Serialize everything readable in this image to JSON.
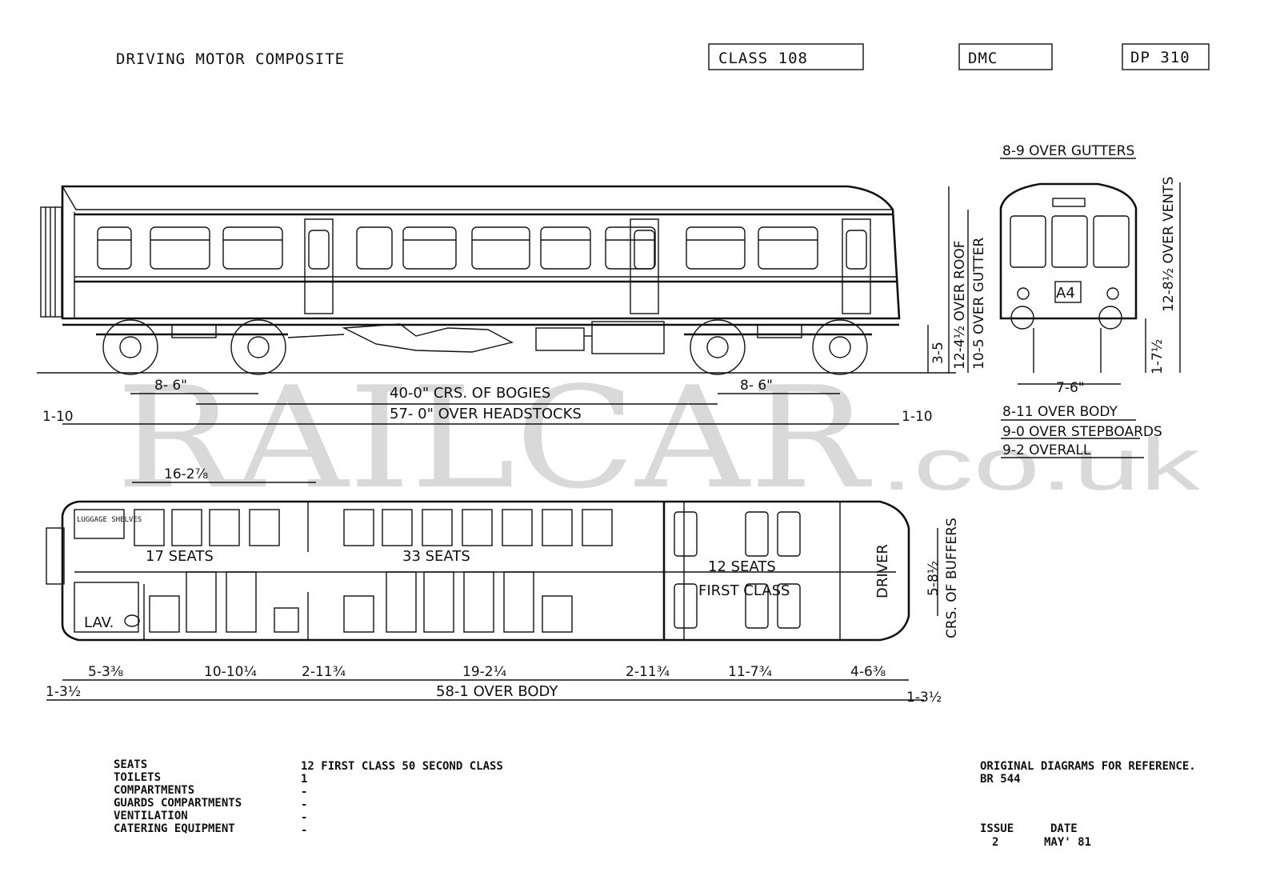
{
  "header": {
    "title": "DRIVING MOTOR COMPOSITE",
    "class_box": "CLASS 108",
    "type_box": "DMC",
    "diagram_box": "DP 310"
  },
  "watermark": {
    "main": "RAILCAR",
    "suffix": ".co.uk"
  },
  "side_elevation": {
    "bogie_wheelbase_left": "8- 6\"",
    "bogie_wheelbase_right": "8- 6\"",
    "bogie_centres": "40-0\" CRS. OF BOGIES",
    "over_headstocks": "57- 0\" OVER HEADSTOCKS",
    "overhang_left": "1-10",
    "overhang_right": "1-10",
    "headstock_height": "3-5",
    "over_roof": "12-4½ OVER ROOF",
    "over_gutter": "10-5 OVER GUTTER"
  },
  "end_elevation": {
    "over_gutters": "8-9 OVER GUTTERS",
    "over_vents": "12-8½ OVER VENTS",
    "buffer_height": "1-7½",
    "headcode": "A4",
    "track_gauge": "7-6\"",
    "over_body": "8-11 OVER BODY",
    "over_stepboards": "9-0 OVER STEPBOARDS",
    "overall": "9-2 OVERALL"
  },
  "plan": {
    "luggage_label": "LUGGAGE SHELVES",
    "seats_17": "17 SEATS",
    "seats_33": "33 SEATS",
    "seats_12": "12 SEATS",
    "first_class": "FIRST CLASS",
    "driver": "DRIVER",
    "lav": "LAV.",
    "dim_top": "16-2⅞",
    "buffers_label": "CRS. OF BUFFERS",
    "buffers_value": "5-8½",
    "dims": [
      "5-3⅜",
      "10-10¼",
      "2-11¾",
      "19-2¼",
      "2-11¾",
      "11-7¾",
      "4-6⅜"
    ],
    "overall_end_left": "1-3½",
    "overall_end_right": "1-3½",
    "over_body": "58-1 OVER BODY"
  },
  "table": {
    "rows": [
      {
        "label": "SEATS",
        "value": "12 FIRST CLASS 50 SECOND CLASS"
      },
      {
        "label": "TOILETS",
        "value": "1"
      },
      {
        "label": "COMPARTMENTS",
        "value": "-"
      },
      {
        "label": "GUARDS COMPARTMENTS",
        "value": "-"
      },
      {
        "label": "VENTILATION",
        "value": "-"
      },
      {
        "label": "CATERING EQUIPMENT",
        "value": "-"
      }
    ]
  },
  "footer": {
    "reference_line1": "ORIGINAL DIAGRAMS FOR REFERENCE.",
    "reference_line2": "BR 544",
    "issue_label": "ISSUE",
    "issue_value": "2",
    "date_label": "DATE",
    "date_value": "MAY' 81"
  }
}
